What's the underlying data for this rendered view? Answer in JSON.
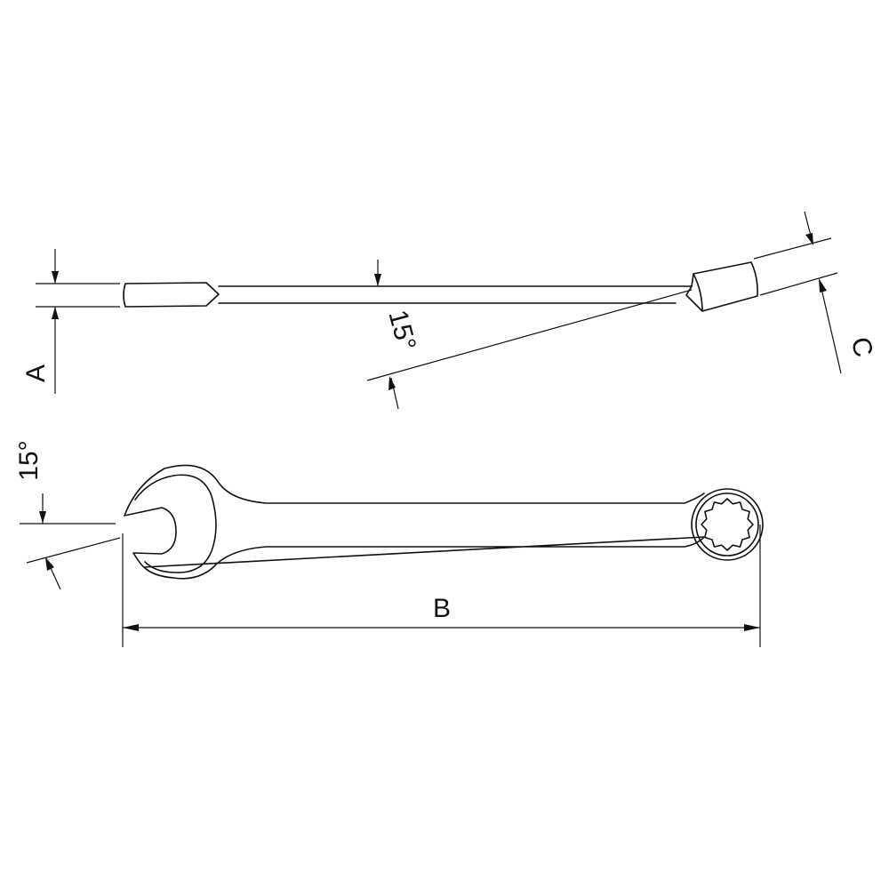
{
  "labels": {
    "thickness": "A",
    "length": "B",
    "ring_height": "C",
    "offset_angle": "15°",
    "jaw_angle": "15°"
  },
  "colors": {
    "line": "#111111",
    "background": "#ffffff"
  }
}
